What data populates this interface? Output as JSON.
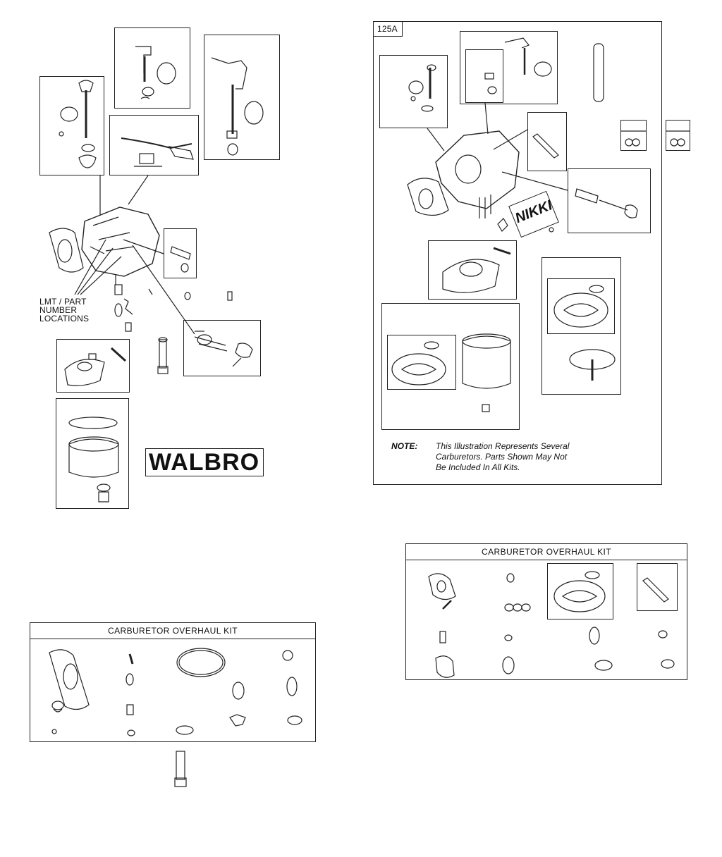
{
  "left_diagram": {
    "callout": {
      "line1": "LMT / PART",
      "line2": "NUMBER",
      "line3": "LOCATIONS"
    },
    "brand_label": "WALBRO"
  },
  "right_diagram": {
    "figure_number": "125A",
    "brand_label": "NIKKI",
    "note": {
      "label": "NOTE:",
      "line1": "This Illustration Represents Several",
      "line2": "Carburetors. Parts Shown May Not",
      "line3": "Be Included In All Kits."
    }
  },
  "walbro_kit": {
    "title": "CARBURETOR OVERHAUL KIT"
  },
  "nikki_kit": {
    "title": "CARBURETOR OVERHAUL KIT"
  }
}
